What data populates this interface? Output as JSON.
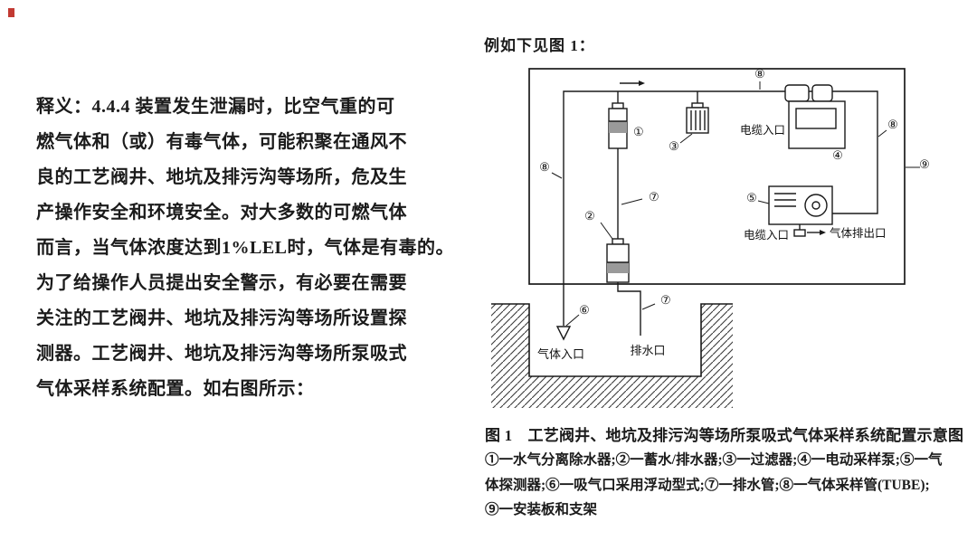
{
  "colors": {
    "ink": "#1b1b1b",
    "marker_red": "#c23a33"
  },
  "left_text": {
    "lines": [
      "释义：4.4.4 装置发生泄漏时，比空气重的可",
      "燃气体和（或）有毒气体，可能积聚在通风不",
      "良的工艺阀井、地坑及排污沟等场所，危及生",
      "产操作安全和环境安全。对大多数的可燃气体",
      "而言，当气体浓度达到1%LEL时，气体是有毒的。",
      "为了给操作人员提出安全警示，有必要在需要",
      "关注的工艺阀井、地坑及排污沟等场所设置探",
      "测器。工艺阀井、地坑及排污沟等场所泵吸式",
      "气体采样系统配置。如右图所示："
    ]
  },
  "figure": {
    "intro": "例如下见图 1：",
    "caption": "图 1　工艺阀井、地坑及排污沟等场所泵吸式气体采样系统配置示意图",
    "legend_lines": [
      "①一水气分离除水器;②一蓄水/排水器;③一过滤器;④一电动采样泵;⑤一气",
      "体探测器;⑥一吸气口采用浮动型式;⑦一排水管;⑧一气体采样管(TUBE);",
      "⑨一安装板和支架"
    ],
    "labels": {
      "n1": "①",
      "n2": "②",
      "n3": "③",
      "n4": "④",
      "n5": "⑤",
      "n6": "⑥",
      "n7": "⑦",
      "n8": "⑧",
      "n9": "⑨",
      "cable_inlet": "电缆入口",
      "gas_outlet": "气体排出口",
      "gas_inlet": "气体入口",
      "drain_outlet": "排水口"
    }
  }
}
